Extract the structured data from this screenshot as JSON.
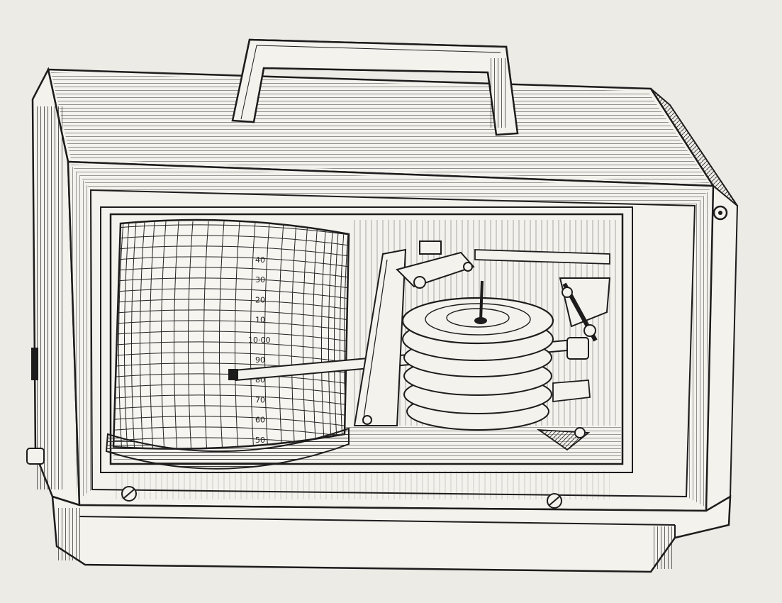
{
  "illustration": {
    "subject": "barograph",
    "colors": {
      "paper": "#ecebe6",
      "ink": "#1c1c1c",
      "chart_paper": "#f6f5f0"
    }
  },
  "drum_scale": {
    "labels": [
      "40",
      "30",
      "20",
      "10",
      "10·00",
      "90",
      "80",
      "70",
      "60",
      "50"
    ]
  }
}
